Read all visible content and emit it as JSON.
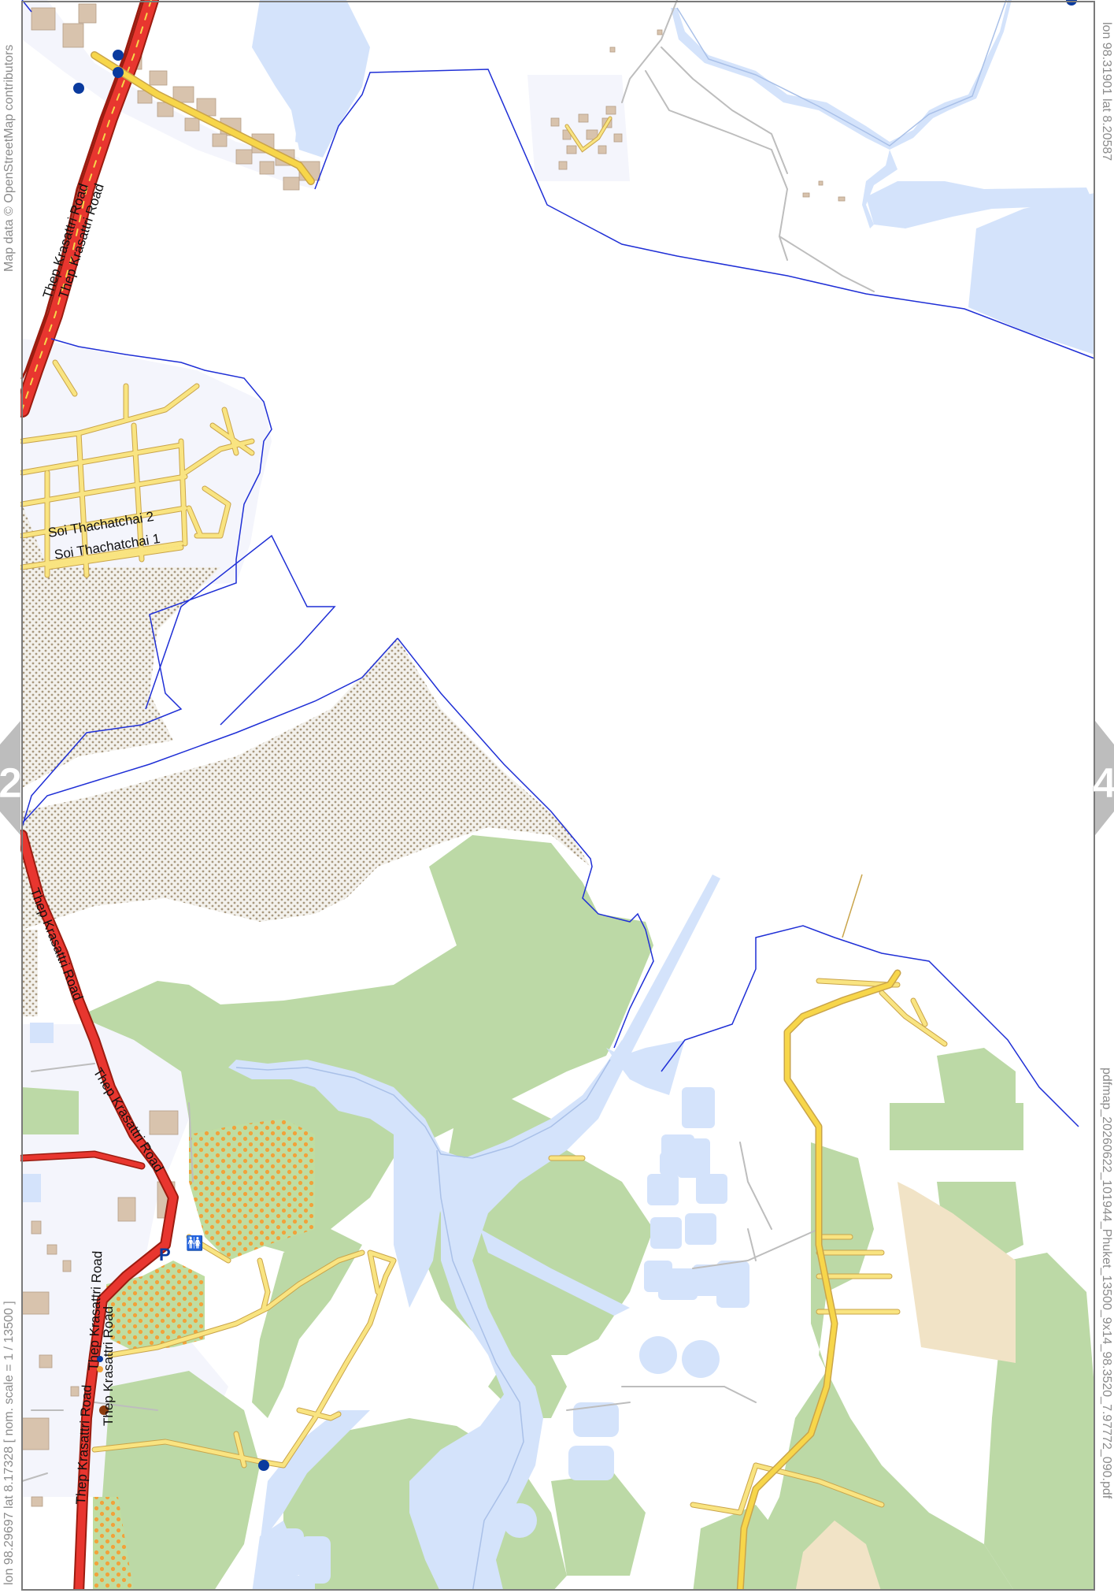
{
  "map": {
    "attribution": "Map data © OpenStreetMap contributors",
    "corner_top_right": "lon 98.31901 lat 8.20587",
    "corner_bottom_left": "lon 98.29697 lat 8.17328 [ nom. scale = 1 / 13500 ]",
    "file_name": "pdfmap_20260622_101944_Phuket_13500_9x14_98.3520_7.97772_090.pdf",
    "prev_page": "2",
    "next_page": "4",
    "road_labels": {
      "top_1": "Thep Krasattri Road",
      "top_2": "Thep Krasattri Road",
      "mid_1": "Thep Krasattri Road",
      "mid_2": "Thep Krasattri Road",
      "bottom_1": "Thep Krasattri Road",
      "bottom_2": "Thep Krasattri Road",
      "bottom_3": "Thep Krasattri Road"
    },
    "street_labels": {
      "soi_2": "Soi Thachatchai 2",
      "soi_1": "Soi Thachatchai 1"
    },
    "poi_symbols": {
      "parking": "P",
      "toilets": "🚻"
    },
    "colors": {
      "water": "#d4e3fb",
      "forest": "#bcd9a6",
      "mangrove_dots": "#a8987e",
      "orchard": "#f2a23a",
      "orchard_bg": "#bfdda2",
      "primary_road": "#e8362f",
      "primary_casing": "#9b1c10",
      "minor_road": "#f9e481",
      "secondary_yellow": "#f7d64a",
      "boundary": "#1f2fd6",
      "residential": "#f4f5fc",
      "building": "#d8c3ad",
      "sand": "#f1e3c6",
      "bus_stop": "#0a3a9e"
    }
  }
}
